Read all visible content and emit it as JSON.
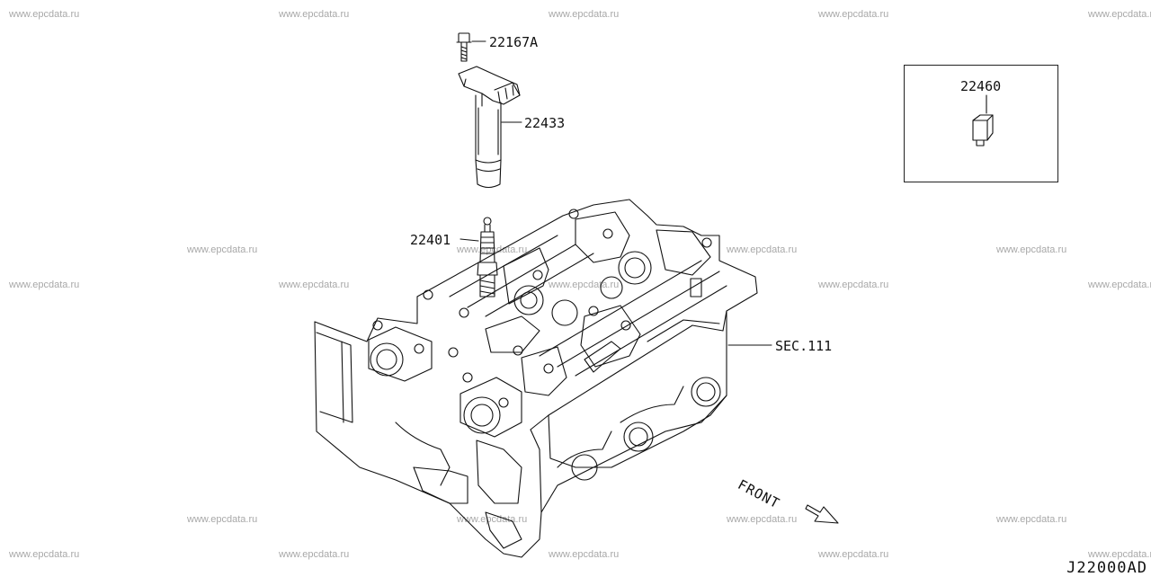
{
  "watermark": "www.epcdata.ru",
  "parts": {
    "bolt": "22167A",
    "ignition_coil": "22433",
    "spark_plug": "22401",
    "relay": "22460",
    "cylinder_head_ref": "SEC.111"
  },
  "direction_label": "FRONT",
  "diagram_code": "J22000AD"
}
